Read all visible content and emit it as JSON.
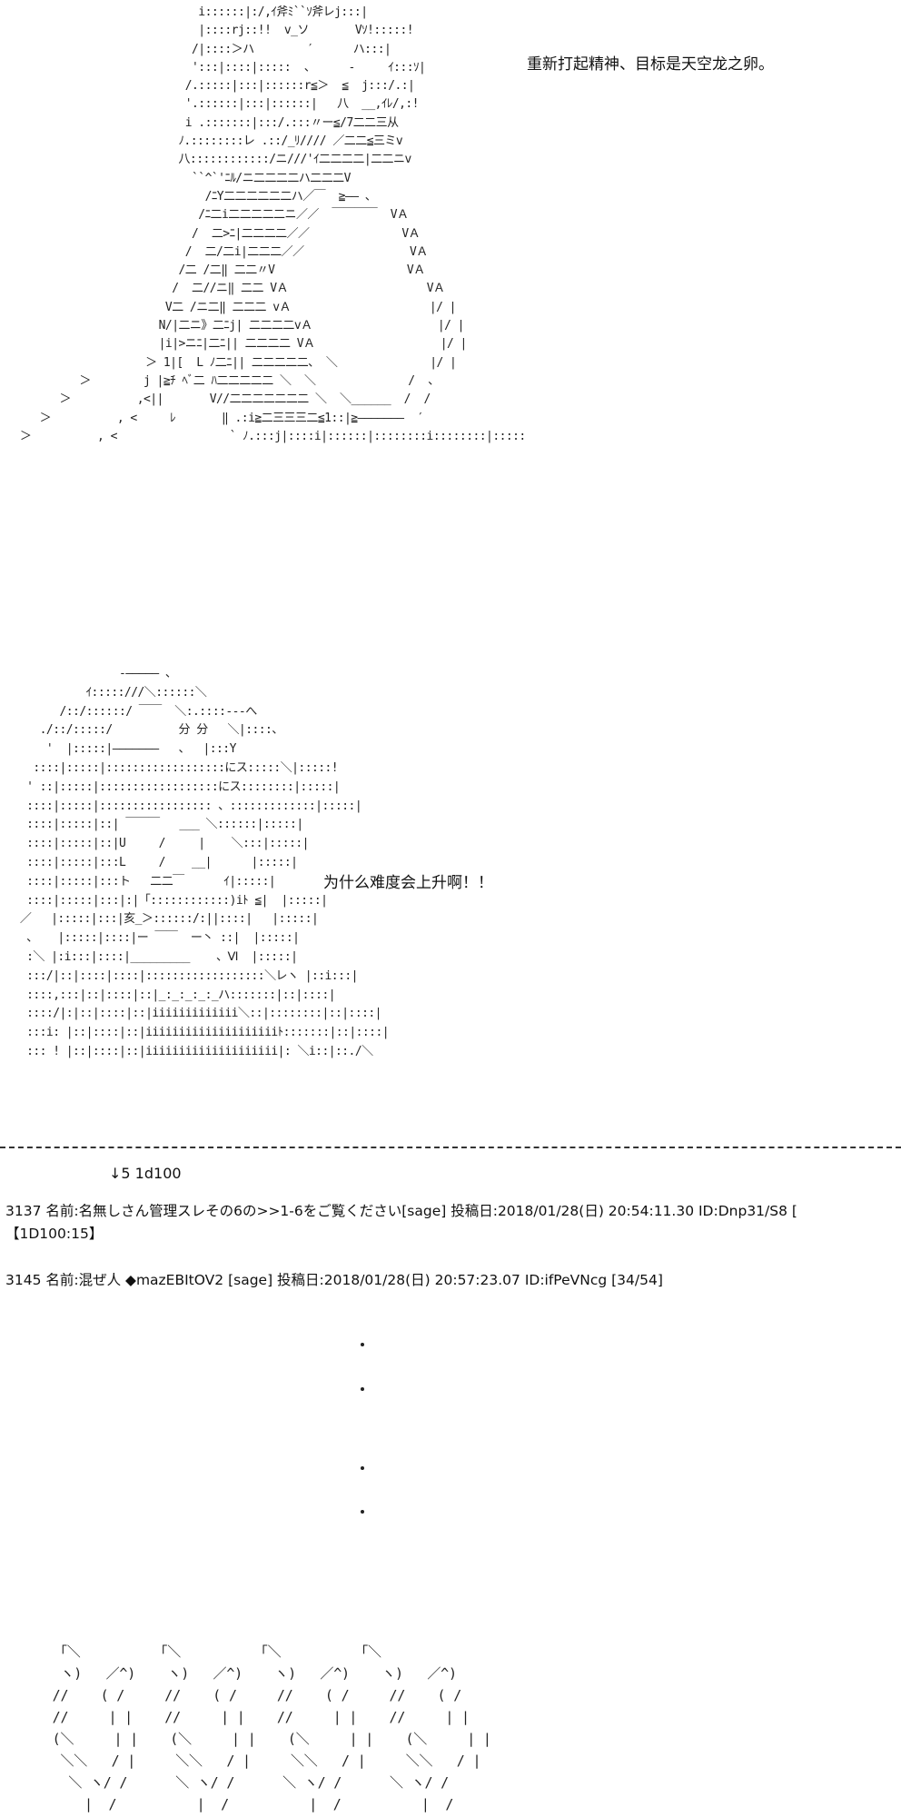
{
  "art": {
    "dragon": "                              i::::::|:/,ｲ斧ﾐ``ｿ斧レj:::|\n                              |::::rj::!!  v_ソ       Vｿ!:::::!\n                             /|::::＞ハ        ′      ハ:::|\n                             ':::|::::|:::::  、     -     ｲ:::ｿ|\n                            /.:::::|:::|::::::r≦＞  ≦  j:::/.:|\n                            '.::::::|:::|::::::|   八  __,ｲﾚ/,:!\n                            i .:::::::|:::/.:::〃ー≦/7二二三从\n                           ﾉ.::::::::レ .::/_ﾘ//// ／二二≦三ミv\n                           八::::::::::::/ニ///'ｲ二二二二|二二ニv\n                             ``^`'ﾆﾙ/ニ二二二二ハ二二二V\n                               /ﾆY二二二二二二ハ／￣  ≧―― 、\n                              /ﾆ二i二二二二二ニ／／  ￣￣￣￣  VＡ\n                             /  二>ﾆ|二二二二／／              VＡ\n                            /  二/二i|二二二／／                VＡ\n                           /二 /二‖ 二二〃V                    VＡ\n                          /  二//ニ‖ 二二 VＡ                     VＡ\n                         V二 /ニ二‖ 二二二 vＡ                     |/ |\n                        N/|二ニ》二ﾆj| 二二二二vＡ                   |/ |\n                        |i|>ニﾆ|二ﾆ|| 二二二二 VＡ                   |/ |\n                      ＞ 1|[  L ﾉ二ﾆ|| 二二二二二、 ＼              |/ |\n            ＞        j |≧ﾁ ﾍﾞ二 ﾊ二二二二二 ＼  ＼              /  、\n         ＞          ,<||       V//二二二二二二二 ＼  ＼______  /  /\n      ＞          , <     ﾚ       ‖ .:i≧二三三三二≦1::|≧―――――――  ′\n   ＞          , <                 ` ﾉ.:::j|::::i|::::::|::::::::i::::::::|:::::",
    "girl": "                  -――――― 、\n             ｲ:::::///＼::::::＼\n         /::/::::::/ ￣￣  ＼:.::::---へ\n      ./::/:::::/          分 分   ＼|::::、\n       '  |:::::|―――――――   、  |:::Y\n     ::::|:::::|::::::::::::::::::にス:::::＼|:::::!\n    ' ::|:::::|::::::::::::::::::にス::::::::|:::::|\n    ::::|:::::|::::::::::::::::: 、:::::::::::::|:::::|\n    ::::|:::::|::| ￣￣￣   ___ ＼::::::|:::::|\n    ::::|:::::|::|U     /     |    ＼:::|:::::|\n    ::::|:::::|:::L     /    __|      |:::::|\n    ::::|:::::|:::ト   二二￣      ｲ|:::::|\n    ::::|:::::|:::|:|「::::::::::::)iﾄ ≦|  |:::::|\n   ／   |:::::|:::|亥_＞::::::/:||::::|   |:::::|\n    、   |:::::|::::|ー ￣￣  ー丶 ::|  |:::::|\n    :＼ |:i:::|::::|_________    、Ⅵ  |:::::|\n    :::/|::|::::|::::|::::::::::::::::::＼レヽ |::i:::|\n    ::::,:::|::|::::|::|_:_:_:_:_ハ:::::::|::|::::|\n    ::::/|:|::|::::|::|iiiiiiiiiiiii＼::|::::::::|::|::::|\n    :::i: |::|::::|::|iiiiiiiiiiiiiiiiiiiiﾄ:::::::|::|::::|\n    ::: ! |::|::::|::|iiiiiiiiiiiiiiiiiiii|: ＼i::|::./＼",
    "bottom": "   ｢＼          ｢＼          ｢＼          ｢＼\n   ヽ)   ／^)    ヽ)   ／^)    ヽ)   ／^)    ヽ)   ／^)\n  //    ( /     //    ( /     //    ( /     //    ( /\n  //     | |    //     | |    //     | |    //     | |\n  (＼     | |    (＼     | |    (＼     | |    (＼     | |\n   ＼＼   / |     ＼＼   / |     ＼＼   / |     ＼＼   / |\n    ＼ ヽ/ /      ＼ ヽ/ /      ＼ ヽ/ /      ＼ ヽ/ /\n      |  /          |  /          |  /          |  /"
  },
  "captions": {
    "first": "重新打起精神、目标是天空龙之卵。",
    "second": "为什么难度会上升啊！！"
  },
  "dice": "↓5  1d100",
  "posts": [
    {
      "header": "3137 名前:名無しさん管理スレその6の>>1-6をご覧ください[sage] 投稿日:2018/01/28(日) 20:54:11.30 ID:Dnp31/S8 [",
      "body": "【1D100:15】"
    },
    {
      "header": "3145 名前:混ぜ人 ◆mazEBItOV2 [sage] 投稿日:2018/01/28(日) 20:57:23.07 ID:ifPeVNcg [34/54]",
      "body": ""
    }
  ]
}
